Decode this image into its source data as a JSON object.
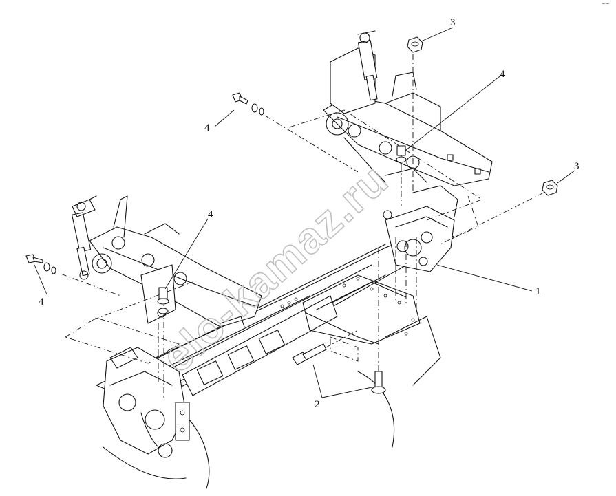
{
  "watermark": "elo-kamaz.ru",
  "corner_mark": "~~",
  "callouts": {
    "part_1": "1",
    "part_2": "2",
    "part_3_right": "3",
    "part_3_top": "3",
    "part_4_left_upper": "4",
    "part_4_left_lower": "4",
    "part_4_center": "4",
    "part_4_top_right": "4"
  },
  "colors": {
    "line": "#111111",
    "watermark": "#bfbfbf",
    "background": "#ffffff"
  }
}
